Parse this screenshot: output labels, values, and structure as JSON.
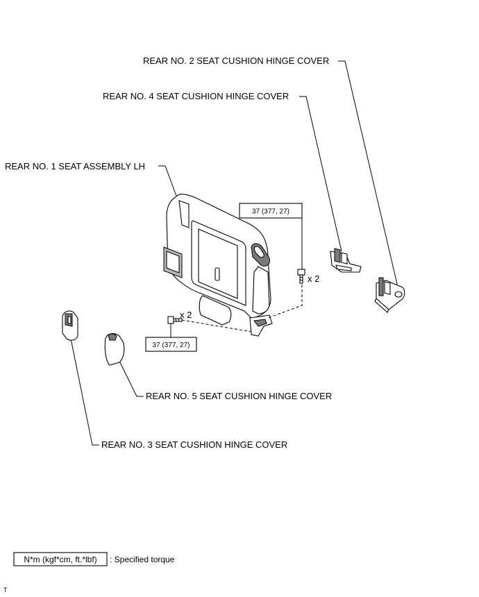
{
  "labels": {
    "rear_no2_hinge_cover": "REAR NO. 2 SEAT CUSHION HINGE COVER",
    "rear_no4_hinge_cover": "REAR NO. 4 SEAT CUSHION HINGE COVER",
    "rear_no1_seat_assembly": "REAR NO. 1 SEAT ASSEMBLY LH",
    "rear_no5_hinge_cover": "REAR NO. 5 SEAT CUSHION HINGE COVER",
    "rear_no3_hinge_cover": "REAR NO. 3 SEAT CUSHION HINGE COVER"
  },
  "torque": {
    "upper_bolts": "37 (377, 27)",
    "lower_bolts": "37 (377, 27)"
  },
  "quantities": {
    "upper_bolts": "x 2",
    "lower_bolts": "x 2"
  },
  "legend": {
    "box_text": "N*m (kgf*cm, ft.*lbf)",
    "description": ": Specified torque"
  },
  "corner_mark": "T"
}
